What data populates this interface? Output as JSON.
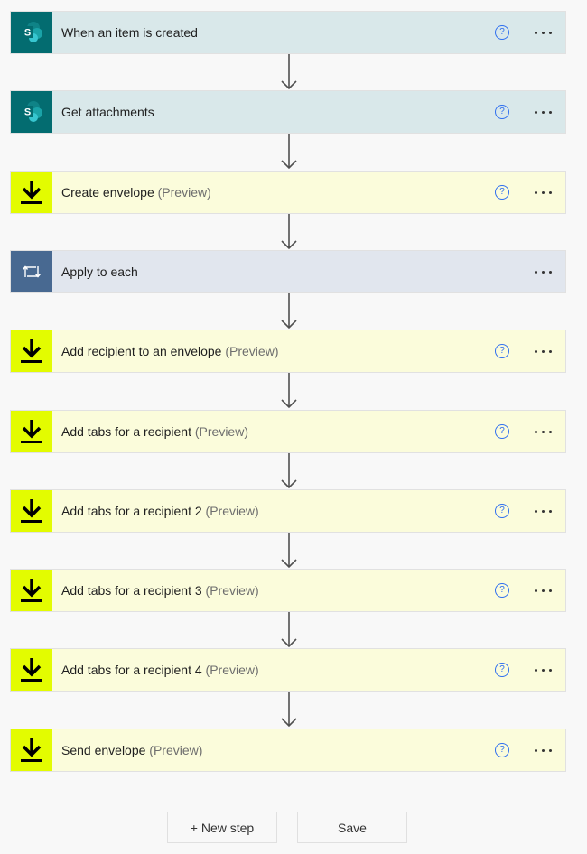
{
  "steps": [
    {
      "title": "When an item is created",
      "suffix": "",
      "type": "sharepoint",
      "icon": "sharepoint-icon",
      "help": true
    },
    {
      "title": "Get attachments",
      "suffix": "",
      "type": "sharepoint",
      "icon": "sharepoint-icon",
      "help": true
    },
    {
      "title": "Create envelope",
      "suffix": " (Preview)",
      "type": "docusign",
      "icon": "download-icon",
      "help": true
    },
    {
      "title": "Apply to each",
      "suffix": "",
      "type": "loop",
      "icon": "loop-icon",
      "help": false
    },
    {
      "title": "Add recipient to an envelope",
      "suffix": " (Preview)",
      "type": "docusign",
      "icon": "download-icon",
      "help": true
    },
    {
      "title": "Add tabs for a recipient",
      "suffix": " (Preview)",
      "type": "docusign",
      "icon": "download-icon",
      "help": true
    },
    {
      "title": "Add tabs for a recipient 2",
      "suffix": " (Preview)",
      "type": "docusign",
      "icon": "download-icon",
      "help": true
    },
    {
      "title": "Add tabs for a recipient 3",
      "suffix": " (Preview)",
      "type": "docusign",
      "icon": "download-icon",
      "help": true
    },
    {
      "title": "Add tabs for a recipient 4",
      "suffix": " (Preview)",
      "type": "docusign",
      "icon": "download-icon",
      "help": true
    },
    {
      "title": "Send envelope",
      "suffix": " (Preview)",
      "type": "docusign",
      "icon": "download-icon",
      "help": true
    }
  ],
  "help_glyph": "?",
  "buttons": {
    "new_step": "+ New step",
    "save": "Save"
  },
  "colors": {
    "sharepoint": "#036c70",
    "docusign": "#e3fc00",
    "loop": "#486991",
    "help": "#2f6fef"
  }
}
